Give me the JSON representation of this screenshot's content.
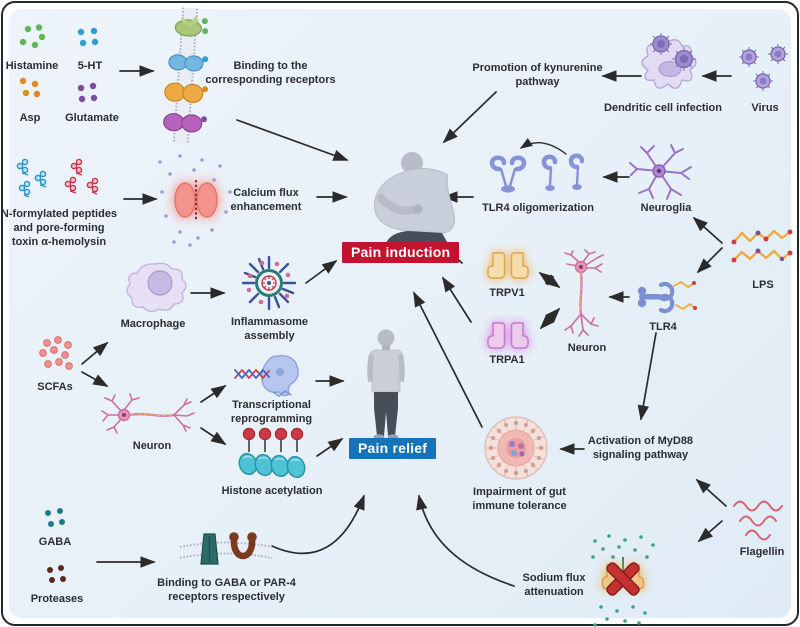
{
  "figure": {
    "background": "#e8f1f8",
    "arrow_color": "#2b2b2b",
    "icons": {
      "histamine_dots": "green-molecule-dots",
      "serotonin_dots": "blue-molecule-dots",
      "asp_dots": "orange-molecule-dots",
      "glutamate_dots": "purple-molecule-dots",
      "membrane": "cell-membrane-with-receptors",
      "virus": "virus-particles",
      "dendritic_cell": "dendritic-cell-with-virus",
      "calcium_channel": "glowing-ion-channel",
      "person_bent": "person-in-pain",
      "person_standing": "person-relieved",
      "tlr4_oligomer": "tlr4-receptor-oligomer",
      "neuroglia_cell": "neuroglia-cell",
      "lps_molecule": "lps-chains",
      "tlr4_receptor": "tlr4-receptor-with-lps",
      "neuron_vertical": "pink-neuron",
      "neuron_horizontal": "pink-neuron",
      "trpv1_channel": "glowing-channel-orange",
      "trpa1_channel": "glowing-channel-pink",
      "macrophage_cell": "macrophage-cell",
      "inflammasome_wheel": "inflammasome-complex",
      "scfas_dots": "red-molecule-dots",
      "transcription_machine": "rna-polymerase-dna",
      "histone_beads": "histone-acetylation-beads",
      "gut_ring": "gut-cross-section",
      "flagellin_squiggle": "flagellin-filaments",
      "sodium_channel_blocked": "blocked-sodium-channel",
      "gaba_dots": "teal-molecule-dots",
      "protease_dots": "brown-molecule-dots",
      "gaba_par4_membrane": "membrane-gaba-par4-receptors"
    }
  },
  "badges": {
    "pain_induction": {
      "label": "Pain induction",
      "color": "#c4122f"
    },
    "pain_relief": {
      "label": "Pain relief",
      "color": "#1573ba"
    }
  },
  "labels": {
    "histamine": "Histamine",
    "serotonin": "5-HT",
    "asp": "Asp",
    "glutamate": "Glutamate",
    "binding_receptors": "Binding to the corresponding receptors",
    "kynurenine": "Promotion of kynurenine pathway",
    "dendritic": "Dendritic cell infection",
    "virus": "Virus",
    "peptides": "N-formylated peptides and pore-forming toxin α-hemolysin",
    "calcium": "Calcium flux enhancement",
    "tlr4_olig": "TLR4 oligomerization",
    "neuroglia": "Neuroglia",
    "lps": "LPS",
    "trpv1": "TRPV1",
    "trpa1": "TRPA1",
    "neuron_right": "Neuron",
    "tlr4": "TLR4",
    "macrophage": "Macrophage",
    "inflammasome": "Inflammasome assembly",
    "scfas": "SCFAs",
    "neuron_left": "Neuron",
    "transcriptional": "Transcriptional reprogramming",
    "histone": "Histone acetylation",
    "myd88": "Activation of MyD88 signaling pathway",
    "gut": "Impairment of gut immune tolerance",
    "flagellin": "Flagellin",
    "sodium": "Sodium flux attenuation",
    "gaba": "GABA",
    "proteases": "Proteases",
    "gaba_par4": "Binding to GABA or PAR-4 receptors respectively"
  }
}
